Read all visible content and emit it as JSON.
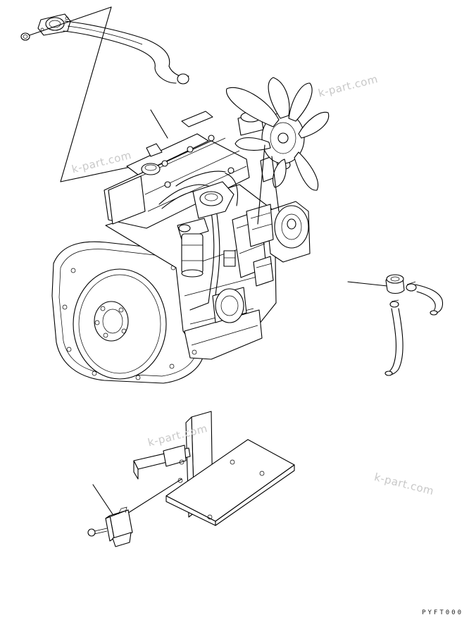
{
  "watermark_text": "k-part.com",
  "drawing_code": "PYFT000",
  "watermarks": [
    {
      "id": "wm1",
      "text": "k-part.com"
    },
    {
      "id": "wm2",
      "text": "k-part.com"
    },
    {
      "id": "wm3",
      "text": "k-part.com"
    },
    {
      "id": "wm4",
      "text": "k-part.com"
    }
  ],
  "parts": [
    {
      "name": "radiator-hose-upper"
    },
    {
      "name": "engine-assembly"
    },
    {
      "name": "hose-with-clamp"
    },
    {
      "name": "relay-bracket"
    },
    {
      "name": "relay"
    }
  ]
}
